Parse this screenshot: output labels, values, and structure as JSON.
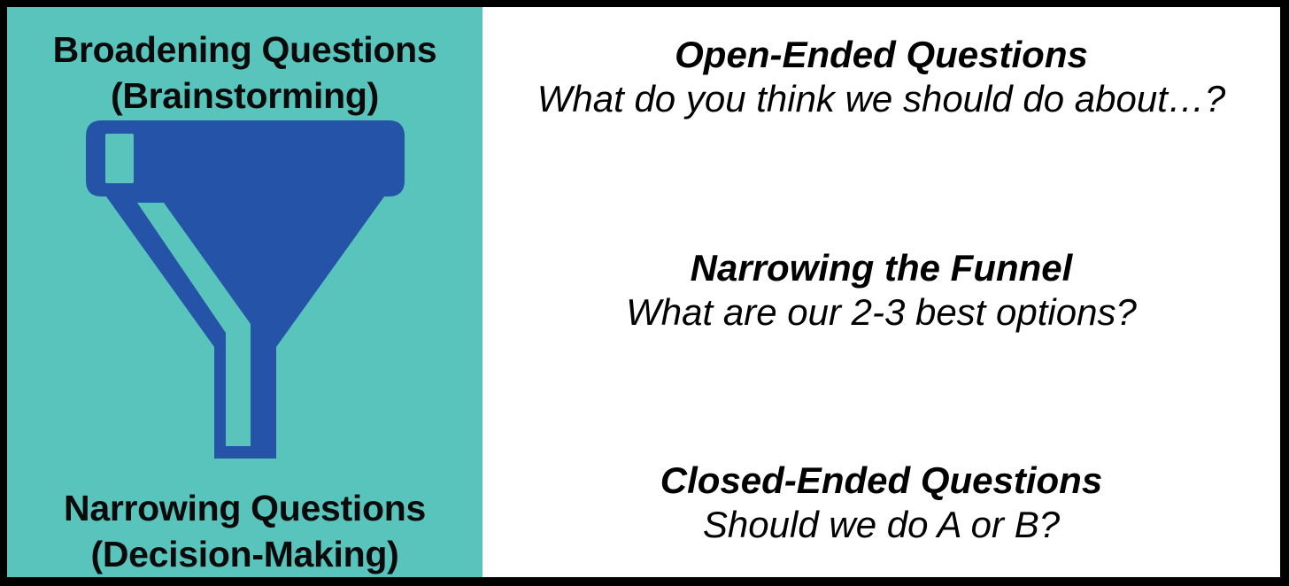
{
  "slide": {
    "border_color": "#000000",
    "left_panel": {
      "background_color": "#59c4bc",
      "heading_top_line1": "Broadening Questions",
      "heading_top_line2": "(Brainstorming)",
      "heading_bottom_line1": "Narrowing Questions",
      "heading_bottom_line2": "(Decision-Making)",
      "icon": {
        "name": "funnel-icon",
        "fill_color": "#2553a8",
        "highlight_color": "#59c4bc"
      }
    },
    "right_panel": {
      "background_color": "#ffffff",
      "blocks": [
        {
          "title": "Open-Ended Questions",
          "example": "What do you think we should do about…?"
        },
        {
          "title": "Narrowing the Funnel",
          "example": "What are our 2-3 best options?"
        },
        {
          "title": "Closed-Ended Questions",
          "example": "Should we do A or B?"
        }
      ]
    }
  }
}
